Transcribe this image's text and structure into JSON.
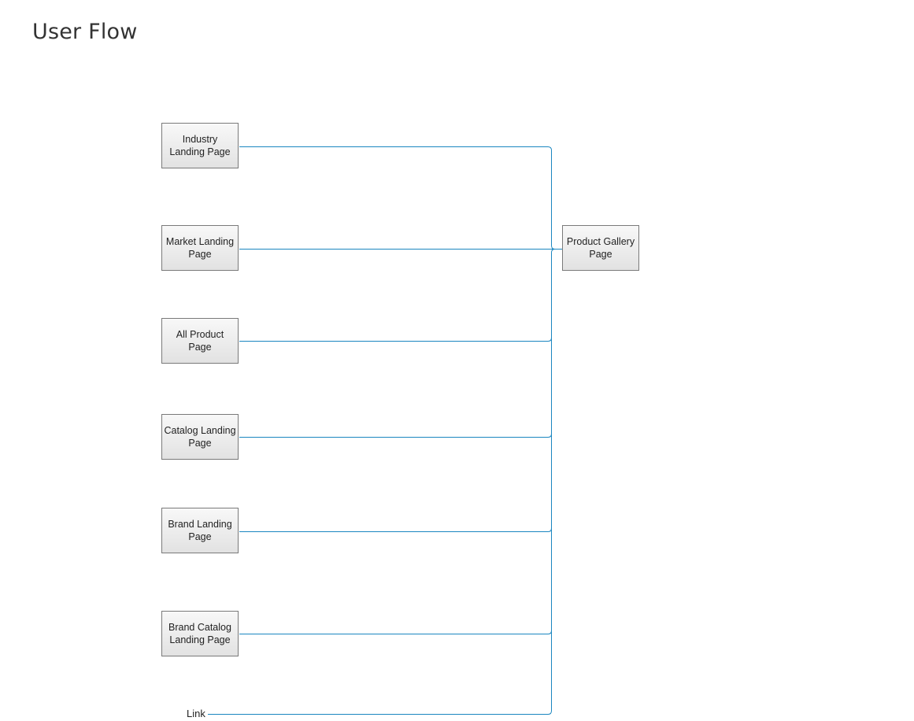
{
  "title": "User Flow",
  "nodes": {
    "industry": "Industry Landing Page",
    "market": "Market Landing Page",
    "all_product": "All Product Page",
    "catalog": "Catalog Landing Page",
    "brand": "Brand Landing Page",
    "brand_catalog": "Brand Catalog Landing Page",
    "product_gallery": "Product Gallery Page"
  },
  "link_label": "Link",
  "connector_color": "#1a86c0"
}
